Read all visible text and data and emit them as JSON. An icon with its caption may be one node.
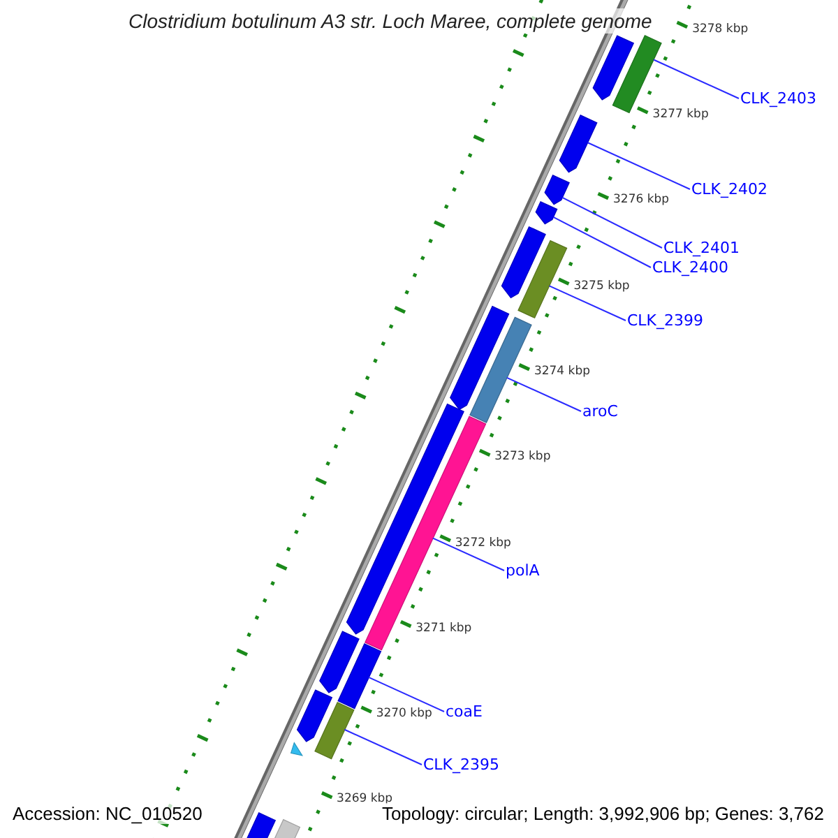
{
  "diagram": {
    "title": "Clostridium botulinum A3 str. Loch Maree, complete genome",
    "nodes": [
      {
        "text": [
          "CLK_2403"
        ]
      },
      {
        "text": [],
        "shape": "bar"
      },
      {
        "text": [
          "CLK_2402"
        ]
      },
      {
        "text": [],
        "shape": "pentagon"
      },
      {
        "text": [
          "CLK_2401"
        ]
      },
      {
        "text": [],
        "shape": "pentagon"
      },
      {
        "text": [
          "CLK_2400"
        ]
      },
      {
        "text": [],
        "shape": "pentagon"
      },
      {
        "text": [
          "CLK_2399"
        ]
      },
      {
        "text": [],
        "shape": "bar"
      },
      {
        "text": [
          "aroC"
        ]
      },
      {
        "text": [],
        "shape": "bar"
      },
      {
        "text": [
          "polA"
        ]
      },
      {
        "text": [],
        "shape": "bar"
      },
      {
        "text": [
          "coaE"
        ]
      },
      {
        "text": [],
        "shape": "bar"
      },
      {
        "text": [
          "CLK_2395"
        ]
      },
      {
        "text": [],
        "shape": "bar"
      },
      {
        "text": [],
        "shape": "pentagon"
      },
      {
        "text": [],
        "shape": "pentagon"
      },
      {
        "text": [],
        "shape": "pentagon"
      },
      {
        "text": [],
        "shape": "pentagon"
      },
      {
        "text": [],
        "shape": "pentagon"
      },
      {
        "text": [],
        "shape": "pentagon"
      },
      {
        "text": [],
        "shape": "triangle"
      },
      {
        "text": [],
        "shape": "pentagon"
      },
      {
        "text": [],
        "shape": "bar"
      }
    ],
    "edges": [
      {
        "from": 0,
        "to": 1,
        "arrow": "none"
      },
      {
        "from": 2,
        "to": 3,
        "arrow": "none"
      },
      {
        "from": 4,
        "to": 5,
        "arrow": "none"
      },
      {
        "from": 6,
        "to": 7,
        "arrow": "none"
      },
      {
        "from": 8,
        "to": 9,
        "arrow": "none"
      },
      {
        "from": 10,
        "to": 11,
        "arrow": "none"
      },
      {
        "from": 12,
        "to": 13,
        "arrow": "none"
      },
      {
        "from": 14,
        "to": 15,
        "arrow": "none"
      },
      {
        "from": 16,
        "to": 17,
        "arrow": "none"
      }
    ],
    "labels": [
      "3278 kbp",
      "3277 kbp",
      "3276 kbp",
      "3275 kbp",
      "3274 kbp",
      "3273 kbp",
      "3272 kbp",
      "3271 kbp",
      "3270 kbp",
      "3269 kbp",
      "Accession: NC_010520",
      "Topology: circular; Length: 3,992,906 bp; Genes: 3,762"
    ]
  }
}
